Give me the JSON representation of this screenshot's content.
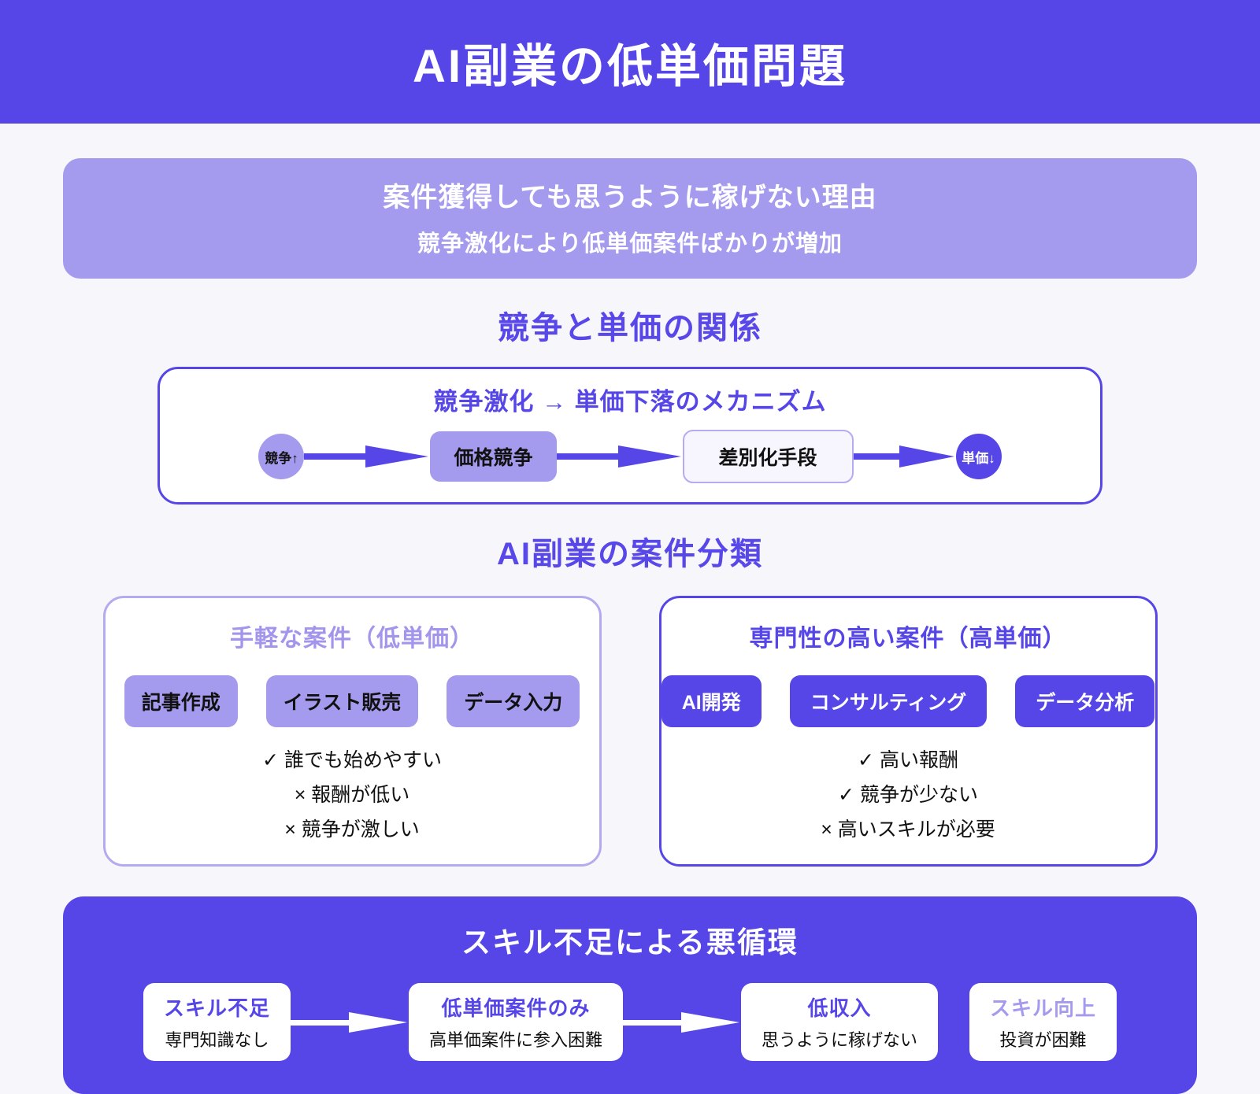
{
  "colors": {
    "primary": "#5646E8",
    "primary_light": "#A49BEE",
    "page_bg": "#F7F6FB",
    "panel_border_light": "#B3ABEF",
    "step_alt_bg": "#F7F6FE"
  },
  "header": {
    "title": "AI副業の低単価問題"
  },
  "reason_banner": {
    "line1": "案件獲得しても思うように稼げない理由",
    "line2": "競争激化により低単価案件ばかりが増加"
  },
  "competition_section": {
    "title": "競争と単価の関係",
    "panel_title": "競争激化 → 単価下落のメカニズム",
    "flow": {
      "start": "競争↑",
      "step1": "価格競争",
      "step2": "差別化手段",
      "end": "単価↓"
    }
  },
  "classification_section": {
    "title": "AI副業の案件分類",
    "left": {
      "title": "手軽な案件（低単価）",
      "chips": [
        "記事作成",
        "イラスト販売",
        "データ入力"
      ],
      "bullets": [
        "✓ 誰でも始めやすい",
        "× 報酬が低い",
        "× 競争が激しい"
      ]
    },
    "right": {
      "title": "専門性の高い案件（高単価）",
      "chips": [
        "AI開発",
        "コンサルティング",
        "データ分析"
      ],
      "bullets": [
        "✓ 高い報酬",
        "✓ 競争が少ない",
        "× 高いスキルが必要"
      ]
    }
  },
  "cycle_section": {
    "title": "スキル不足による悪循環",
    "cards": [
      {
        "title": "スキル不足",
        "subtitle": "専門知識なし"
      },
      {
        "title": "低単価案件のみ",
        "subtitle": "高単価案件に参入困難"
      },
      {
        "title": "低収入",
        "subtitle": "思うように稼げない"
      },
      {
        "title": "スキル向上",
        "subtitle": "投資が困難"
      }
    ]
  }
}
